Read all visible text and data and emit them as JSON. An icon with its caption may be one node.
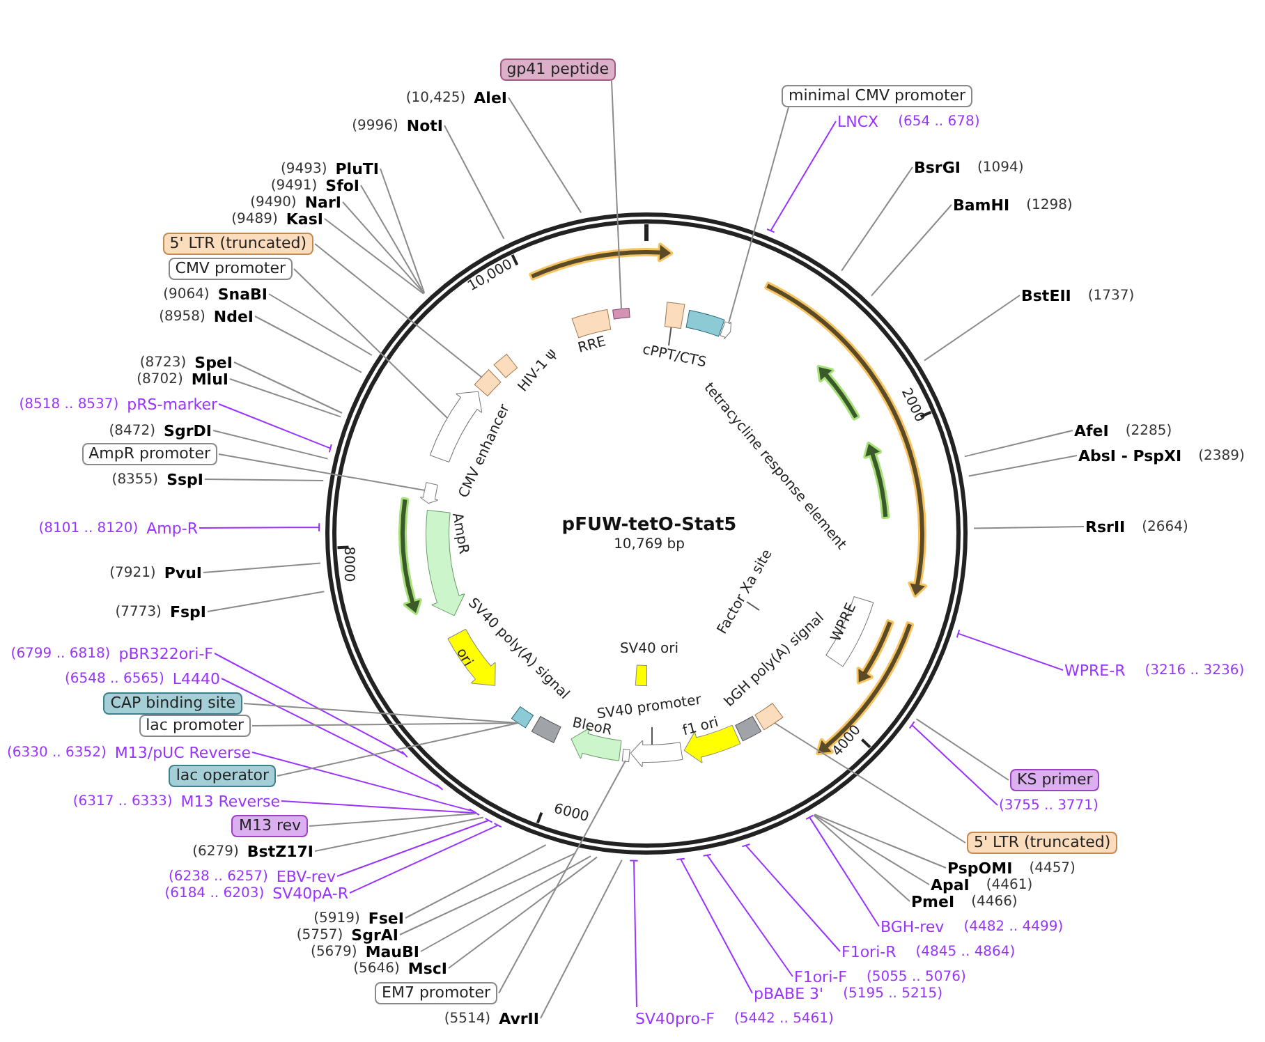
{
  "diagram": {
    "title": "pFUW-tetO-Stat5",
    "nodes": [
      {
        "text": [
          "gp41 peptide"
        ]
      },
      {
        "text": [
          "(10,425)",
          "AleI"
        ]
      },
      {
        "text": [
          "(9996)",
          "NotI"
        ]
      },
      {
        "text": [
          "(9493)",
          "PluTI"
        ]
      },
      {
        "text": [
          "(9491)",
          "SfoI"
        ]
      },
      {
        "text": [
          "(9490)",
          "NarI"
        ]
      },
      {
        "text": [
          "(9489)",
          "KasI"
        ]
      },
      {
        "text": [
          "5' LTR (truncated)"
        ]
      },
      {
        "text": [
          "CMV promoter"
        ]
      },
      {
        "text": [
          "(9064)",
          "SnaBI"
        ]
      },
      {
        "text": [
          "(8958)",
          "NdeI"
        ]
      },
      {
        "text": [
          "(8723)",
          "SpeI"
        ]
      },
      {
        "text": [
          "(8702)",
          "MluI"
        ]
      },
      {
        "text": [
          "(8518 .. 8537)",
          "pRS-marker"
        ]
      },
      {
        "text": [
          "(8472)",
          "SgrDI"
        ]
      },
      {
        "text": [
          "AmpR promoter"
        ]
      },
      {
        "text": [
          "(8355)",
          "SspI"
        ]
      },
      {
        "text": [
          "(8101 .. 8120)",
          "Amp-R"
        ]
      },
      {
        "text": [
          "(7921)",
          "PvuI"
        ]
      },
      {
        "text": [
          "(7773)",
          "FspI"
        ]
      },
      {
        "text": [
          "(6799 .. 6818)",
          "pBR322ori-F"
        ]
      },
      {
        "text": [
          "(6548 .. 6565)",
          "L4440"
        ]
      },
      {
        "text": [
          "CAP binding site"
        ]
      },
      {
        "text": [
          "lac promoter"
        ]
      },
      {
        "text": [
          "(6330 .. 6352)",
          "M13/pUC Reverse"
        ]
      },
      {
        "text": [
          "lac operator"
        ]
      },
      {
        "text": [
          "(6317 .. 6333)",
          "M13 Reverse"
        ]
      },
      {
        "text": [
          "M13 rev"
        ]
      },
      {
        "text": [
          "(6279)",
          "BstZ17I"
        ]
      },
      {
        "text": [
          "(6238 .. 6257)",
          "EBV-rev"
        ]
      },
      {
        "text": [
          "(6184 .. 6203)",
          "SV40pA-R"
        ]
      },
      {
        "text": [
          "(5919)",
          "FseI"
        ]
      },
      {
        "text": [
          "(5757)",
          "SgrAI"
        ]
      },
      {
        "text": [
          "(5679)",
          "MauBI"
        ]
      },
      {
        "text": [
          "(5646)",
          "MscI"
        ]
      },
      {
        "text": [
          "EM7 promoter"
        ]
      },
      {
        "text": [
          "(5514)",
          "AvrII"
        ]
      },
      {
        "text": [
          "SV40pro-F",
          "(5442 .. 5461)"
        ]
      },
      {
        "text": [
          "pBABE 3'",
          "(5195 .. 5215)"
        ]
      },
      {
        "text": [
          "F1ori-F",
          "(5055 .. 5076)"
        ]
      },
      {
        "text": [
          "F1ori-R",
          "(4845 .. 4864)"
        ]
      },
      {
        "text": [
          "BGH-rev",
          "(4482 .. 4499)"
        ]
      },
      {
        "text": [
          "PmeI",
          "(4466)"
        ]
      },
      {
        "text": [
          "ApaI",
          "(4461)"
        ]
      },
      {
        "text": [
          "PspOMI",
          "(4457)"
        ]
      },
      {
        "text": [
          "5' LTR (truncated)"
        ]
      },
      {
        "text": [
          "(3755 .. 3771)"
        ]
      },
      {
        "text": [
          "KS primer"
        ]
      },
      {
        "text": [
          "WPRE-R",
          "(3216 .. 3236)"
        ]
      },
      {
        "text": [
          "RsrII",
          "(2664)"
        ]
      },
      {
        "text": [
          "AbsI - PspXI",
          "(2389)"
        ]
      },
      {
        "text": [
          "AfeI",
          "(2285)"
        ]
      },
      {
        "text": [
          "BstEII",
          "(1737)"
        ]
      },
      {
        "text": [
          "BamHI",
          "(1298)"
        ]
      },
      {
        "text": [
          "BsrGI",
          "(1094)"
        ]
      },
      {
        "text": [
          "LNCX",
          "(654 .. 678)"
        ]
      },
      {
        "text": [
          "minimal CMV promoter"
        ]
      },
      {
        "text": [],
        "shape": "box"
      },
      {
        "text": [],
        "shape": "box"
      },
      {
        "text": [],
        "shape": "arrow"
      },
      {
        "text": [],
        "shape": "arrow"
      },
      {
        "text": [],
        "shape": "box"
      },
      {
        "text": [],
        "shape": "box"
      },
      {
        "text": [],
        "shape": "box"
      },
      {
        "text": [],
        "shape": "arrow"
      },
      {
        "text": [],
        "shape": "arc"
      },
      {
        "text": [],
        "shape": "arc"
      },
      {
        "text": [],
        "shape": "arc"
      },
      {
        "text": [],
        "shape": "arc"
      },
      {
        "text": [],
        "shape": "arc"
      },
      {
        "text": [],
        "shape": "arc"
      },
      {
        "text": [],
        "shape": "arc"
      },
      {
        "text": [],
        "shape": "arrow"
      },
      {
        "text": [],
        "shape": "arrow"
      },
      {
        "text": [],
        "shape": "box"
      },
      {
        "text": [],
        "shape": "arrow"
      },
      {
        "text": [],
        "shape": "arrow"
      },
      {
        "text": [],
        "shape": "arrow"
      },
      {
        "text": [],
        "shape": "box"
      },
      {
        "text": [],
        "shape": "box"
      },
      {
        "text": [],
        "shape": "box"
      },
      {
        "text": [],
        "shape": "box"
      },
      {
        "text": [],
        "shape": "box"
      },
      {
        "text": [],
        "shape": "box"
      },
      {
        "text": [],
        "shape": "box"
      }
    ],
    "edges": [
      {
        "from": 0,
        "to": 57,
        "arrow": "none"
      },
      {
        "from": 1,
        "to": null,
        "arrow": "none"
      },
      {
        "from": 2,
        "to": null,
        "arrow": "none"
      },
      {
        "from": 3,
        "to": null,
        "arrow": "none"
      },
      {
        "from": 4,
        "to": null,
        "arrow": "none"
      },
      {
        "from": 5,
        "to": null,
        "arrow": "none"
      },
      {
        "from": 6,
        "to": null,
        "arrow": "none"
      },
      {
        "from": 7,
        "to": 58,
        "arrow": "none"
      },
      {
        "from": 8,
        "to": 59,
        "arrow": "none"
      },
      {
        "from": 9,
        "to": null,
        "arrow": "none"
      },
      {
        "from": 10,
        "to": null,
        "arrow": "none"
      },
      {
        "from": 11,
        "to": null,
        "arrow": "none"
      },
      {
        "from": 12,
        "to": null,
        "arrow": "none"
      },
      {
        "from": 13,
        "to": null,
        "arrow": "none",
        "color": "#9933ff"
      },
      {
        "from": 14,
        "to": null,
        "arrow": "none"
      },
      {
        "from": 15,
        "to": 60,
        "arrow": "none"
      },
      {
        "from": 16,
        "to": null,
        "arrow": "none"
      },
      {
        "from": 17,
        "to": null,
        "arrow": "none",
        "color": "#9933ff"
      },
      {
        "from": 18,
        "to": null,
        "arrow": "none"
      },
      {
        "from": 19,
        "to": null,
        "arrow": "none"
      },
      {
        "from": 20,
        "to": null,
        "arrow": "none",
        "color": "#9933ff"
      },
      {
        "from": 21,
        "to": null,
        "arrow": "none",
        "color": "#9933ff"
      },
      {
        "from": 22,
        "to": 61,
        "arrow": "none"
      },
      {
        "from": 23,
        "to": 61,
        "arrow": "none"
      },
      {
        "from": 24,
        "to": null,
        "arrow": "none",
        "color": "#9933ff"
      },
      {
        "from": 25,
        "to": 61,
        "arrow": "none"
      },
      {
        "from": 26,
        "to": null,
        "arrow": "none",
        "color": "#9933ff"
      },
      {
        "from": 27,
        "to": null,
        "arrow": "none"
      },
      {
        "from": 28,
        "to": null,
        "arrow": "none"
      },
      {
        "from": 29,
        "to": null,
        "arrow": "none",
        "color": "#9933ff"
      },
      {
        "from": 30,
        "to": null,
        "arrow": "none",
        "color": "#9933ff"
      },
      {
        "from": 31,
        "to": null,
        "arrow": "none"
      },
      {
        "from": 32,
        "to": null,
        "arrow": "none"
      },
      {
        "from": 33,
        "to": null,
        "arrow": "none"
      },
      {
        "from": 34,
        "to": null,
        "arrow": "none"
      },
      {
        "from": 35,
        "to": 62,
        "arrow": "none"
      },
      {
        "from": 36,
        "to": null,
        "arrow": "none"
      },
      {
        "from": 37,
        "to": null,
        "arrow": "none",
        "color": "#9933ff"
      },
      {
        "from": 38,
        "to": null,
        "arrow": "none",
        "color": "#9933ff"
      },
      {
        "from": 39,
        "to": null,
        "arrow": "none",
        "color": "#9933ff"
      },
      {
        "from": 40,
        "to": null,
        "arrow": "none",
        "color": "#9933ff"
      },
      {
        "from": 41,
        "to": null,
        "arrow": "none",
        "color": "#9933ff"
      },
      {
        "from": 42,
        "to": null,
        "arrow": "none"
      },
      {
        "from": 43,
        "to": null,
        "arrow": "none"
      },
      {
        "from": 44,
        "to": null,
        "arrow": "none"
      },
      {
        "from": 45,
        "to": 63,
        "arrow": "none"
      },
      {
        "from": 46,
        "to": null,
        "arrow": "none",
        "color": "#9933ff"
      },
      {
        "from": 47,
        "to": null,
        "arrow": "none"
      },
      {
        "from": 48,
        "to": null,
        "arrow": "none",
        "color": "#9933ff"
      },
      {
        "from": 49,
        "to": null,
        "arrow": "none"
      },
      {
        "from": 50,
        "to": null,
        "arrow": "none"
      },
      {
        "from": 51,
        "to": null,
        "arrow": "none"
      },
      {
        "from": 52,
        "to": null,
        "arrow": "none"
      },
      {
        "from": 53,
        "to": null,
        "arrow": "none"
      },
      {
        "from": 54,
        "to": null,
        "arrow": "none"
      },
      {
        "from": 55,
        "to": null,
        "arrow": "none",
        "color": "#9933ff"
      },
      {
        "from": 56,
        "to": 64,
        "arrow": "none"
      }
    ],
    "labels": [
      "10,000",
      "2000",
      "HIV-1 ψ",
      "RRE",
      "cPPT/CTS",
      "tetracycline response element",
      "CMV enhancer",
      "AmpR",
      "10,769 bp",
      "8000",
      "Factor Xa site",
      "SV40 ori",
      "WPRE",
      "ori",
      "SV40 poly(A) signal",
      "bGH poly(A) signal",
      "SV40 promoter",
      "f1 ori",
      "BleoR",
      "4000",
      "6000"
    ]
  }
}
